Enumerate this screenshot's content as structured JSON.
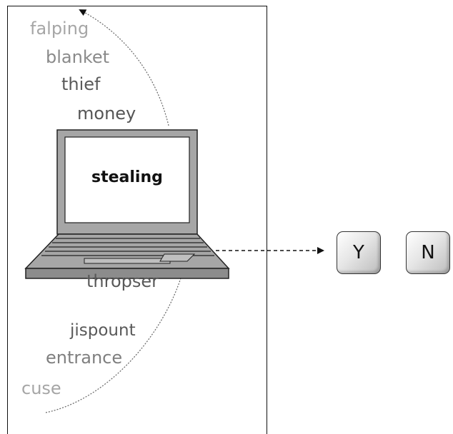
{
  "top_words": [
    "falping",
    "blanket",
    "thief",
    "money"
  ],
  "target_word": "stealing",
  "bottom_words": [
    "thropser",
    "jispount",
    "entrance",
    "cuse"
  ],
  "keys": {
    "yes": "Y",
    "no": "N"
  }
}
